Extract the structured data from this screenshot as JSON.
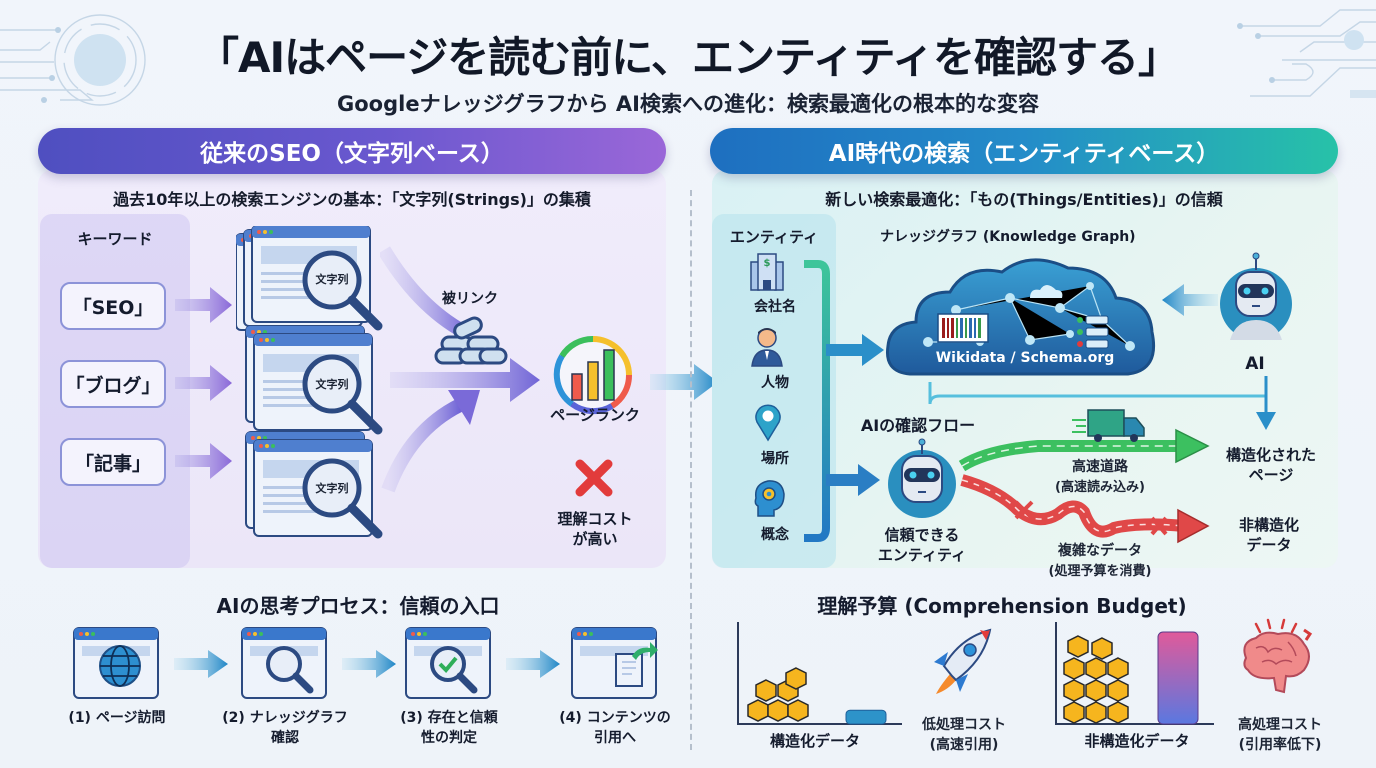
{
  "header": {
    "title": "「AIはページを読む前に、エンティティを確認する」",
    "subtitle": "Googleナレッジグラフから AI検索への進化：検索最適化の根本的な変容"
  },
  "colors": {
    "left_accent": "#5b52c8",
    "right_accent": "#1f86c6",
    "right_accent_end": "#27c2a8",
    "fast_road": "#3cc060",
    "slow_road": "#e04848",
    "block": "#f6b51e",
    "bar_low": "#2d93c9",
    "bar_high_top": "#e05a9a",
    "bar_high_bottom": "#5a78e0"
  },
  "left_section": {
    "heading": "従来のSEO（文字列ベース）",
    "subheading": "過去10年以上の検索エンジンの基本：「文字列(Strings)」の集積",
    "keywords_title": "キーワード",
    "keywords": [
      "「SEO」",
      "「ブログ」",
      "「記事」"
    ],
    "page_tag": "文字列",
    "backlinks_label": "被リンク",
    "pagerank_label": "ページランク",
    "cost_label_line1": "理解コスト",
    "cost_label_line2": "が高い",
    "icons": [
      "browser-page-icon",
      "magnifier-icon",
      "chain-link-icon",
      "pagerank-chart-icon",
      "red-x-icon"
    ]
  },
  "right_section": {
    "heading": "AI時代の検索（エンティティベース）",
    "subheading": "新しい検索最適化：「もの(Things/Entities)」の信頼",
    "entities_title": "エンティティ",
    "entities": [
      {
        "label": "会社名",
        "icon": "building-icon"
      },
      {
        "label": "人物",
        "icon": "person-icon"
      },
      {
        "label": "場所",
        "icon": "location-pin-icon"
      },
      {
        "label": "概念",
        "icon": "head-gear-icon"
      }
    ],
    "kg_title": "ナレッジグラフ (Knowledge Graph)",
    "kg_cloud_label": "Wikidata / Schema.org",
    "ai_label": "AI",
    "flow_title": "AIの確認フロー",
    "trusted_line1": "信頼できる",
    "trusted_line2": "エンティティ",
    "fast_road_line1": "高速道路",
    "fast_road_line2": "(高速読み込み)",
    "slow_road_line1": "複雑なデータ",
    "slow_road_line2": "(処理予算を消費)",
    "structured_line1": "構造化された",
    "structured_line2": "ページ",
    "unstructured_line1": "非構造化",
    "unstructured_line2": "データ"
  },
  "process": {
    "title": "AIの思考プロセス：信頼の入口",
    "steps": [
      {
        "line1": "(1) ページ訪問",
        "line2": "",
        "icon": "globe-icon"
      },
      {
        "line1": "(2) ナレッジグラフ",
        "line2": "確認",
        "icon": "magnifier-icon"
      },
      {
        "line1": "(3) 存在と信頼",
        "line2": "性の判定",
        "icon": "check-magnifier-icon"
      },
      {
        "line1": "(4) コンテンツの",
        "line2": "引用へ",
        "icon": "share-document-icon"
      }
    ]
  },
  "budget": {
    "title": "理解予算 (Comprehension Budget)",
    "structured": {
      "label": "構造化データ",
      "cost_line1": "低処理コスト",
      "cost_line2": "(高速引用)",
      "blocks": 6,
      "bar_level": 0.15
    },
    "unstructured": {
      "label": "非構造化データ",
      "cost_line1": "高処理コスト",
      "cost_line2": "(引用率低下)",
      "blocks": 11,
      "bar_level": 1.0
    }
  }
}
